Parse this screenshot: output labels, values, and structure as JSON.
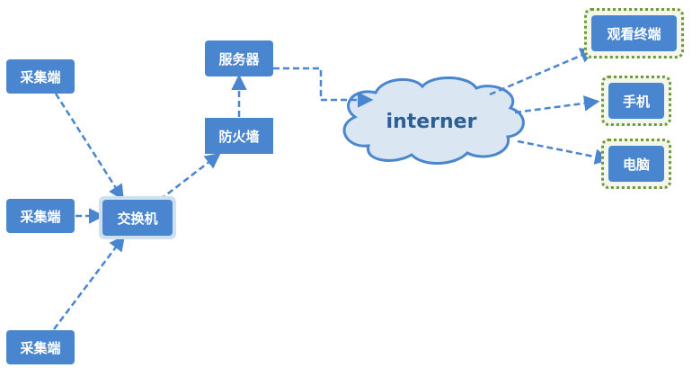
{
  "nodes": {
    "collector_top": "采集端",
    "collector_mid": "采集端",
    "collector_bottom": "采集端",
    "switch": "交换机",
    "firewall": "防火墙",
    "server": "服务器",
    "internet": "interner",
    "viewer_terminal": "观看终端",
    "phone": "手机",
    "computer": "电脑"
  },
  "colors": {
    "node_fill": "#4a86cf",
    "connector": "#4a86cf",
    "cloud_fill": "#dbe6f3",
    "cloud_stroke": "#4a86cf",
    "device_frame": "#6f9a3c"
  }
}
